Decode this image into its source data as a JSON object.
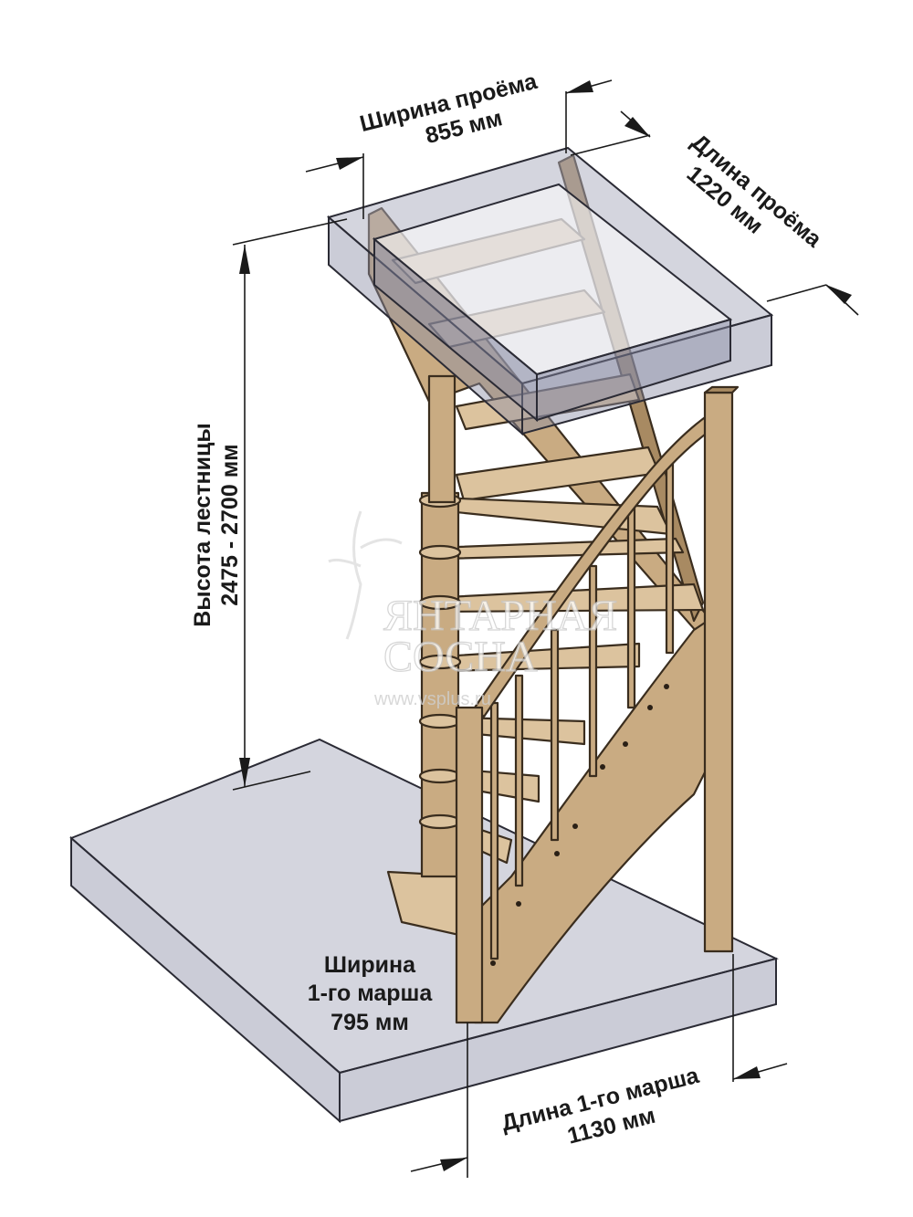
{
  "diagram": {
    "labels": {
      "opening_width": [
        "Ширина проёма",
        "855 мм"
      ],
      "opening_length": [
        "Длина проёма",
        "1220 мм"
      ],
      "stair_height": [
        "Высота лестницы",
        "2475 - 2700 мм"
      ],
      "flight_width": [
        "Ширина",
        "1-го марша",
        "795 мм"
      ],
      "flight_length": [
        "Длина 1-го марша",
        "1130 мм"
      ]
    },
    "watermark": {
      "brand_line1": "ЯНТАРНАЯ",
      "brand_line2": "СОСНА",
      "site": "www.vsplus.ru"
    },
    "colors": {
      "wood": "#c9ab82",
      "wood_outline": "#3a2d1e",
      "slab": "#8c8fa6",
      "text": "#1a1a1a"
    }
  }
}
